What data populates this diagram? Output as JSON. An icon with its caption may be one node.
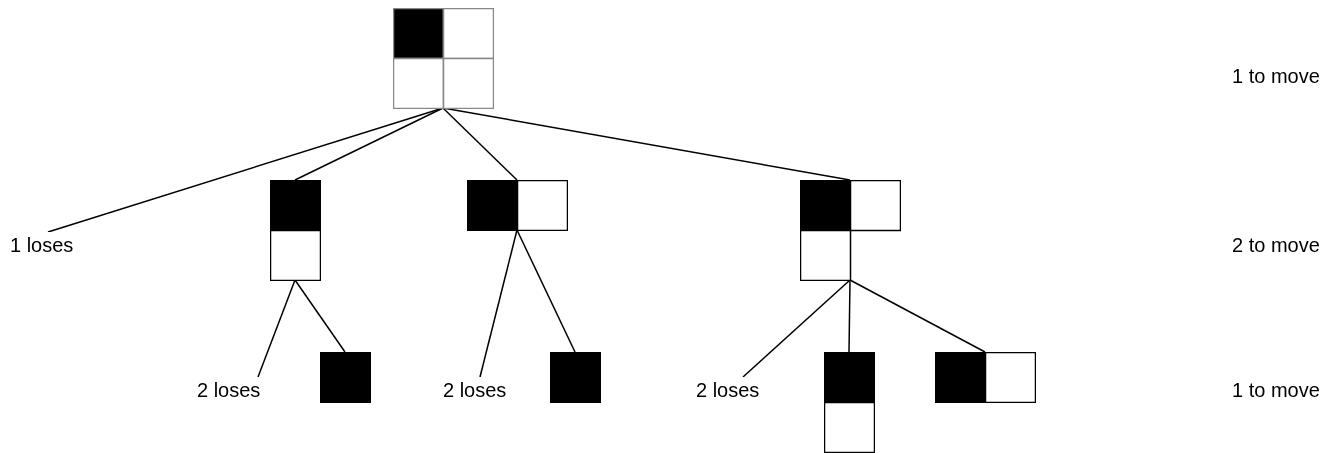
{
  "diagram": {
    "nodes": [
      {
        "text": [],
        "shape": "box"
      },
      {
        "text": [
          "1 loses"
        ]
      },
      {
        "text": [],
        "shape": "box"
      },
      {
        "text": [],
        "shape": "box"
      },
      {
        "text": [],
        "shape": "box"
      },
      {
        "text": [
          "2 loses"
        ]
      },
      {
        "text": [],
        "shape": "box"
      },
      {
        "text": [
          "2 loses"
        ]
      },
      {
        "text": [],
        "shape": "box"
      },
      {
        "text": [
          "2 loses"
        ]
      },
      {
        "text": [],
        "shape": "box"
      },
      {
        "text": [],
        "shape": "box"
      }
    ],
    "edges": [
      {
        "from": 0,
        "to": 1,
        "arrow": "none"
      },
      {
        "from": 0,
        "to": 2,
        "arrow": "none"
      },
      {
        "from": 0,
        "to": 3,
        "arrow": "none"
      },
      {
        "from": 0,
        "to": 4,
        "arrow": "none"
      },
      {
        "from": 2,
        "to": 5,
        "arrow": "none"
      },
      {
        "from": 2,
        "to": 6,
        "arrow": "none"
      },
      {
        "from": 3,
        "to": 7,
        "arrow": "none"
      },
      {
        "from": 3,
        "to": 8,
        "arrow": "none"
      },
      {
        "from": 4,
        "to": 9,
        "arrow": "none"
      },
      {
        "from": 4,
        "to": 10,
        "arrow": "none"
      },
      {
        "from": 4,
        "to": 11,
        "arrow": "none"
      }
    ],
    "labels": [
      "1 to move",
      "2 to move",
      "1 to move"
    ]
  }
}
